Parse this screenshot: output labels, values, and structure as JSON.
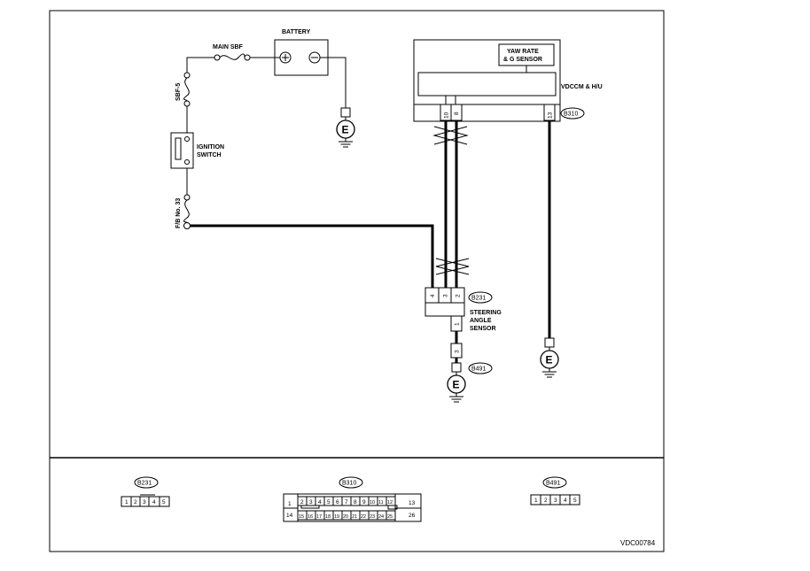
{
  "labels": {
    "battery": "BATTERY",
    "main_sbf": "MAIN SBF",
    "sbf5": "SBF-5",
    "ignition_line1": "IGNITION",
    "ignition_line2": "SWITCH",
    "fb33": "F/B No. 33",
    "yaw_line1": "YAW RATE",
    "yaw_line2": "& G SENSOR",
    "vdccm": "VDCCM & H/U",
    "steering_line1": "STEERING",
    "steering_line2": "ANGLE",
    "steering_line3": "SENSOR",
    "doc_id": "VDC00784"
  },
  "grounds": {
    "symbol": "E"
  },
  "connectors": {
    "b310": "B310",
    "b231": "B231",
    "b491": "B491"
  },
  "pins": {
    "vdccm_10": "10",
    "vdccm_8": "8",
    "vdccm_13": "13",
    "sas_4": "4",
    "sas_3": "3",
    "sas_2": "2",
    "sas_1": "1",
    "b491_3": "3"
  },
  "connector_views": {
    "b231_pins": [
      "1",
      "2",
      "3",
      "4",
      "5"
    ],
    "b491_pins": [
      "1",
      "2",
      "3",
      "4",
      "5"
    ],
    "b310_pin_first": "1",
    "b310_pin_left_bottom": "14",
    "b310_top_row": [
      "2",
      "3",
      "4",
      "5",
      "6",
      "7",
      "8",
      "9",
      "10",
      "11",
      "12"
    ],
    "b310_right_top": "13",
    "b310_bottom_row": [
      "15",
      "16",
      "17",
      "18",
      "19",
      "20",
      "21",
      "22",
      "23",
      "24",
      "25"
    ],
    "b310_right_bottom": "26"
  }
}
